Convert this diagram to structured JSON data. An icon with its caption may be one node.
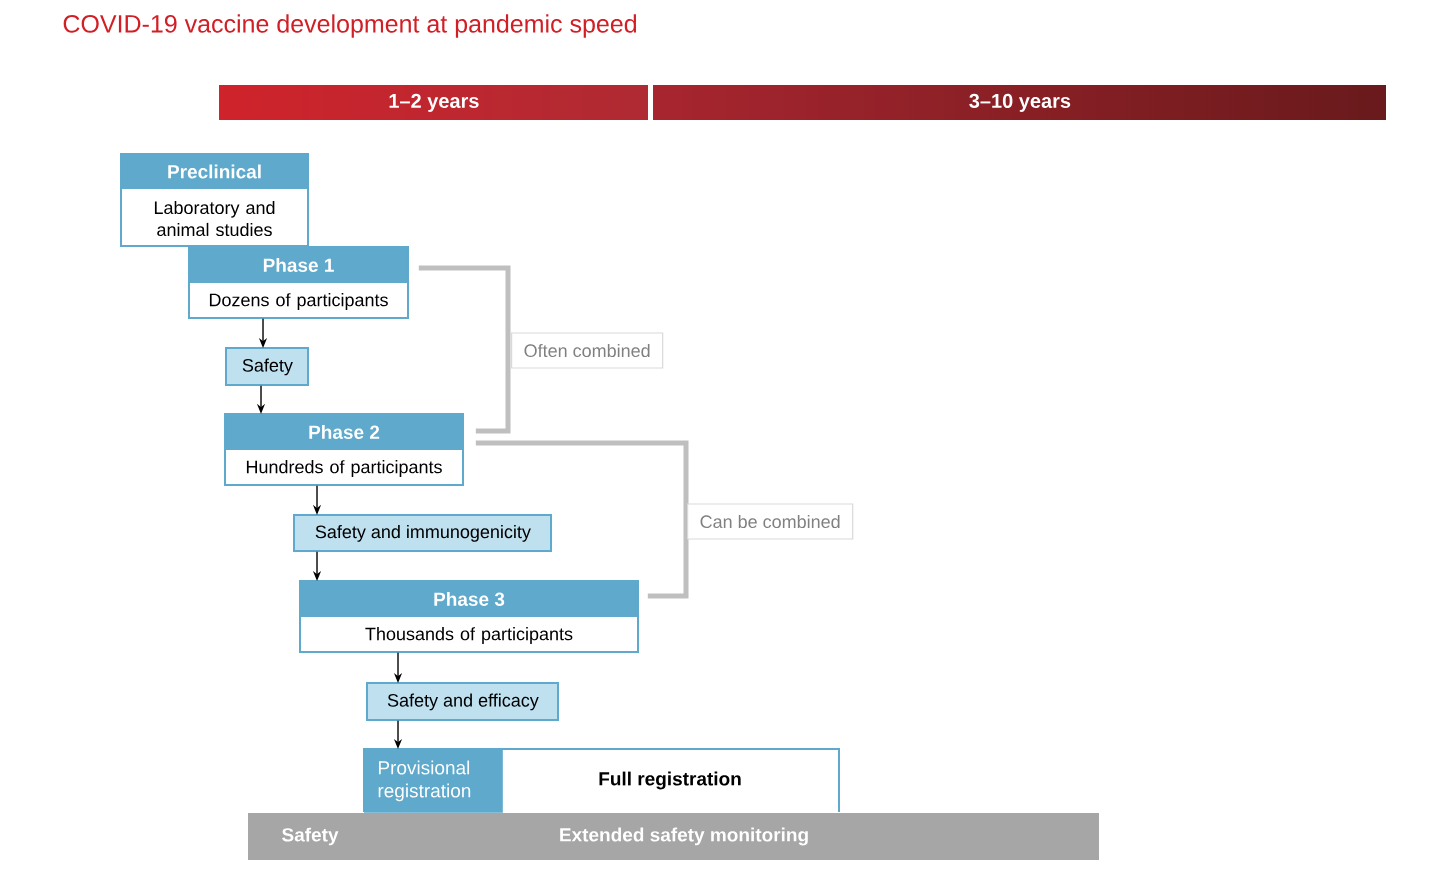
{
  "diagram": {
    "title": "COVID-19 vaccine development at pandemic speed",
    "nodes": [
      {
        "text": [
          "1–2 years"
        ]
      },
      {
        "text": [
          "3–10 years"
        ]
      },
      {
        "text": [
          "Preclinical",
          "Laboratory and animal studies"
        ]
      },
      {
        "text": [
          "Phase 1",
          "Dozens of participants"
        ]
      },
      {
        "text": [
          "Safety"
        ]
      },
      {
        "text": [
          "Phase 2",
          "Hundreds of participants"
        ]
      },
      {
        "text": [
          "Safety and immunogenicity"
        ]
      },
      {
        "text": [
          "Phase 3",
          "Thousands of participants"
        ]
      },
      {
        "text": [
          "Safety and efficacy"
        ]
      },
      {
        "text": [
          "Full registration"
        ]
      },
      {
        "text": [
          "Provisional registration"
        ],
        "in": 9
      },
      {
        "text": [
          "Safety",
          "Extended safety monitoring"
        ]
      }
    ],
    "edges": [
      {
        "from": 3,
        "to": 4,
        "arrow": "to"
      },
      {
        "from": 4,
        "to": 5,
        "arrow": "to"
      },
      {
        "from": 5,
        "to": 6,
        "arrow": "to"
      },
      {
        "from": 6,
        "to": 7,
        "arrow": "to"
      },
      {
        "from": 7,
        "to": 8,
        "arrow": "to"
      },
      {
        "from": 8,
        "to": 10,
        "arrow": "to"
      },
      {
        "from": 3,
        "to": 5,
        "arrow": "none",
        "label": "Often combined",
        "style": "thick",
        "color": "#bfbfbf"
      },
      {
        "from": 5,
        "to": 7,
        "arrow": "none",
        "label": "Can be combined",
        "style": "thick",
        "color": "#bfbfbf"
      }
    ]
  }
}
